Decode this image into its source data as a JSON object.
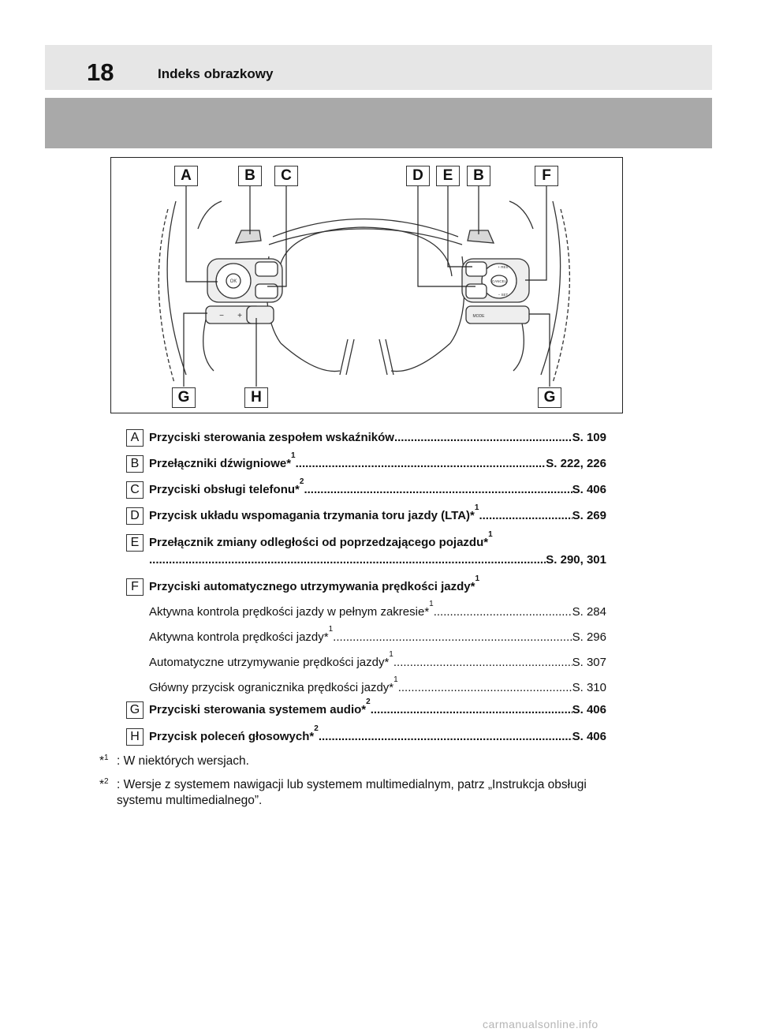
{
  "header": {
    "page_number": "18",
    "title": "Indeks obrazkowy"
  },
  "figure": {
    "callouts_top": [
      "A",
      "B",
      "C",
      "D",
      "E",
      "B",
      "F"
    ],
    "callouts_bottom": [
      "G",
      "H",
      "G"
    ],
    "button_labels": {
      "ok": "OK",
      "res": "+ RES",
      "set": "− SET",
      "cancel": "CANCEL",
      "mode": "MODE",
      "minus": "−",
      "plus": "+"
    }
  },
  "entries": [
    {
      "letter": "A",
      "text": "Przyciski sterowania zespołem wskaźników ",
      "sup": "",
      "page": "S. 109"
    },
    {
      "letter": "B",
      "text": "Przełączniki dźwigniowe*",
      "sup": "1",
      "page": "S. 222, 226"
    },
    {
      "letter": "C",
      "text": "Przyciski obsługi telefonu*",
      "sup": "2",
      "page": "S. 406"
    },
    {
      "letter": "D",
      "text": "Przycisk układu wspomagania trzymania toru jazdy (LTA)*",
      "sup": "1",
      "page": "S. 269"
    },
    {
      "letter": "E",
      "text": "Przełącznik zmiany odległości od poprzedzającego pojazdu*",
      "sup": "1",
      "page": "S. 290, 301"
    },
    {
      "letter": "F",
      "text": "Przyciski automatycznego utrzymywania prędkości jazdy*",
      "sup": "1",
      "subitems": [
        {
          "text": "Aktywna kontrola prędkości jazdy w pełnym zakresie*",
          "sup": "1",
          "page": "S. 284"
        },
        {
          "text": "Aktywna kontrola prędkości jazdy*",
          "sup": "1",
          "page": "S. 296"
        },
        {
          "text": "Automatyczne utrzymywanie prędkości jazdy*",
          "sup": "1",
          "page": "S. 307"
        },
        {
          "text": "Główny przycisk ogranicznika prędkości jazdy*",
          "sup": "1",
          "page": "S. 310"
        }
      ]
    },
    {
      "letter": "G",
      "text": "Przyciski sterowania systemem audio*",
      "sup": "2",
      "page": "S. 406"
    },
    {
      "letter": "H",
      "text": "Przycisk poleceń głosowych*",
      "sup": "2",
      "page": "S. 406"
    }
  ],
  "footnotes": [
    {
      "mark": "*",
      "sup": "1",
      "text": ": W niektórych wersjach."
    },
    {
      "mark": "*",
      "sup": "2",
      "text": ": Wersje z systemem nawigacji lub systemem multimedialnym, patrz „Instrukcja obsługi systemu multimedialnego”."
    }
  ],
  "watermark": "carmanualsonline.info"
}
